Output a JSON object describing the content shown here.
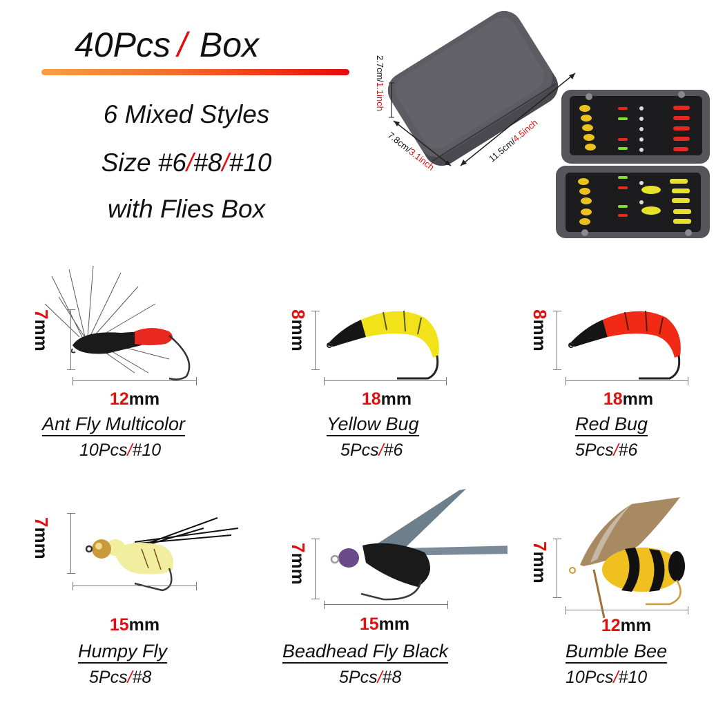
{
  "header": {
    "title_qty": "40Pcs",
    "title_sep": "/",
    "title_unit": "Box",
    "accent_gradient": [
      "#f8a040",
      "#e80a0a"
    ],
    "lines": [
      {
        "text": "6 Mixed Styles"
      },
      {
        "prefix": "Size ",
        "parts": [
          "#6",
          "#8",
          "#10"
        ],
        "sep": "/"
      },
      {
        "text": "with Flies Box"
      }
    ]
  },
  "box": {
    "height_cm": "2.7cm/",
    "height_in": "1.1inch",
    "width_cm": "7.8cm/",
    "width_in": "3.1inch",
    "length_cm": "11.5cm/",
    "length_in": "4.5inch",
    "color": "#55545a"
  },
  "flies": [
    {
      "name": "Ant Fly Multicolor",
      "height_num": "7",
      "height_unit": "mm",
      "length_num": "12",
      "length_unit": "mm",
      "qty": "10Pcs",
      "sep": "/",
      "size": "#10",
      "colors": [
        "#111111",
        "#e8281e"
      ]
    },
    {
      "name": "Yellow Bug",
      "height_num": "8",
      "height_unit": "mm",
      "length_num": "18",
      "length_unit": "mm",
      "qty": "5Pcs",
      "sep": "/",
      "size": "#6",
      "colors": [
        "#111111",
        "#f2e21a"
      ]
    },
    {
      "name": "Red Bug",
      "height_num": "8",
      "height_unit": "mm",
      "length_num": "18",
      "length_unit": "mm",
      "qty": "5Pcs",
      "sep": "/",
      "size": "#6",
      "colors": [
        "#111111",
        "#f02a14"
      ]
    },
    {
      "name": "Humpy Fly",
      "height_num": "7",
      "height_unit": "mm",
      "length_num": "15",
      "length_unit": "mm",
      "qty": "5Pcs",
      "sep": "/",
      "size": "#8",
      "colors": [
        "#c89a3a",
        "#f2eea0",
        "#111111"
      ]
    },
    {
      "name": "Beadhead Fly Black",
      "height_num": "7",
      "height_unit": "mm",
      "length_num": "15",
      "length_unit": "mm",
      "qty": "5Pcs",
      "sep": "/",
      "size": "#8",
      "colors": [
        "#6a4a8a",
        "#1a1a1a",
        "#7a8a98"
      ]
    },
    {
      "name": "Bumble Bee",
      "height_num": "7",
      "height_unit": "mm",
      "length_num": "12",
      "length_unit": "mm",
      "qty": "10Pcs",
      "sep": "/",
      "size": "#10",
      "colors": [
        "#f0c020",
        "#111111",
        "#a88a62"
      ]
    }
  ]
}
